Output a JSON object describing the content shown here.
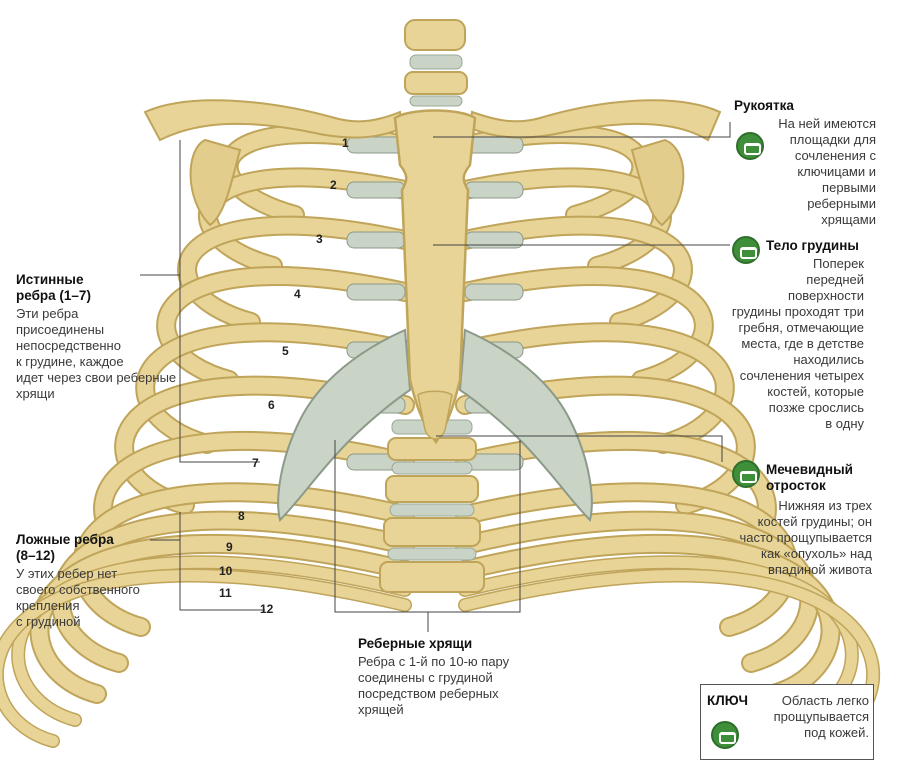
{
  "colors": {
    "bone": "#e8d496",
    "bone_dark": "#bfa45a",
    "cartilage": "#c9d3c6",
    "badge": "#3f8f3a",
    "line": "#444444"
  },
  "icons": {
    "badge": "palpation-hand-icon"
  },
  "rib_numbers": [
    "1",
    "2",
    "3",
    "4",
    "5",
    "6",
    "7",
    "8",
    "9",
    "10",
    "11",
    "12"
  ],
  "labels": {
    "manubrium": {
      "title": "Рукоятка",
      "text": "На ней имеются\nплощадки для\nсочленения с\nключицами и\nпервыми реберными\nхрящами"
    },
    "body": {
      "title": "Тело грудины",
      "text": "Поперек\nпередней поверхности\nгрудины проходят три\nгребня, отмечающие\nместа, где в детстве\nнаходились\nсочленения четырех\nкостей, которые\nпозже срослись\nв одну"
    },
    "xiphoid": {
      "title": "Мечевидный\nотросток",
      "text": "Нижняя из трех\nкостей грудины; он\nчасто прощупывается\nкак «опухоль» над\nвпадиной живота"
    },
    "true_ribs": {
      "title": "Истинные\nребра (1–7)",
      "text": "Эти ребра\nприсоединены\nнепосредственно\nк грудине, каждое\nидет через свои реберные\nхрящи"
    },
    "false_ribs": {
      "title": "Ложные ребра\n(8–12)",
      "text": "У этих ребер нет\nсвоего собственного\nкрепления\nс грудиной"
    },
    "cartilage": {
      "title": "Реберные хрящи",
      "text": "Ребра с 1-й по 10-ю пару\nсоединены с грудиной\nпосредством реберных\nхрящей"
    }
  },
  "key": {
    "title": "КЛЮЧ",
    "text": "Область легко\nпрощупывается\nпод кожей."
  }
}
